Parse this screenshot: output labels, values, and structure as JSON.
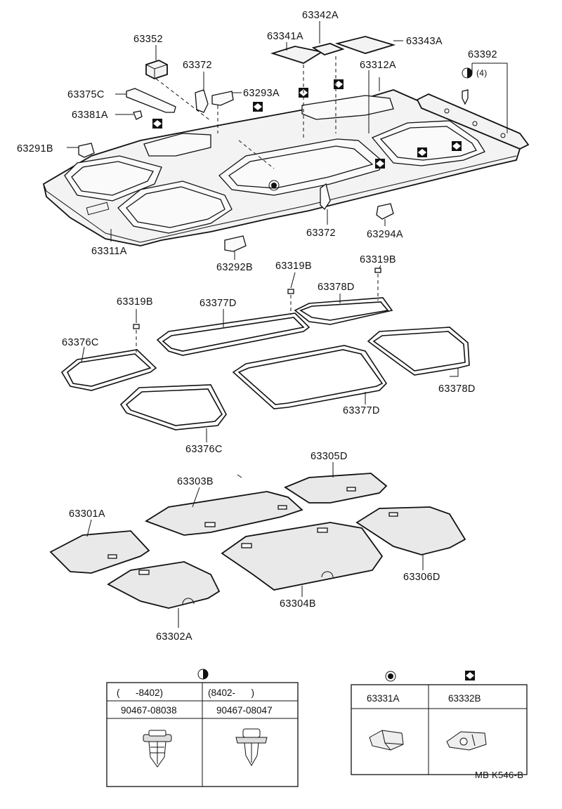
{
  "diagram": {
    "title_code": "MB K546-B",
    "labels": {
      "p63352": "63352",
      "p63342A": "63342A",
      "p63341A": "63341A",
      "p63343A": "63343A",
      "p63372_top": "63372",
      "p63312A": "63312A",
      "p63392": "63392",
      "qty4": "(4)",
      "p63375C": "63375C",
      "p63293A": "63293A",
      "p63381A": "63381A",
      "p63291B": "63291B",
      "p63311A": "63311A",
      "p63372_mid": "63372",
      "p63294A": "63294A",
      "p63292B": "63292B",
      "p63319B_a": "63319B",
      "p63319B_b": "63319B",
      "p63319B_c": "63319B",
      "p63378D_top": "63378D",
      "p63377D_top": "63377D",
      "p63376C_top": "63376C",
      "p63378D_bot": "63378D",
      "p63377D_bot": "63377D",
      "p63376C_bot": "63376C",
      "p63305D": "63305D",
      "p63303B": "63303B",
      "p63301A": "63301A",
      "p63306D": "63306D",
      "p63304B": "63304B",
      "p63302A": "63302A"
    },
    "clip_table_left": {
      "col1_range": "(      -8402)",
      "col2_range": "(8402-      )",
      "col1_part": "90467-08038",
      "col2_part": "90467-08047"
    },
    "clip_table_right": {
      "col1_part": "63331A",
      "col2_part": "63332B"
    }
  }
}
